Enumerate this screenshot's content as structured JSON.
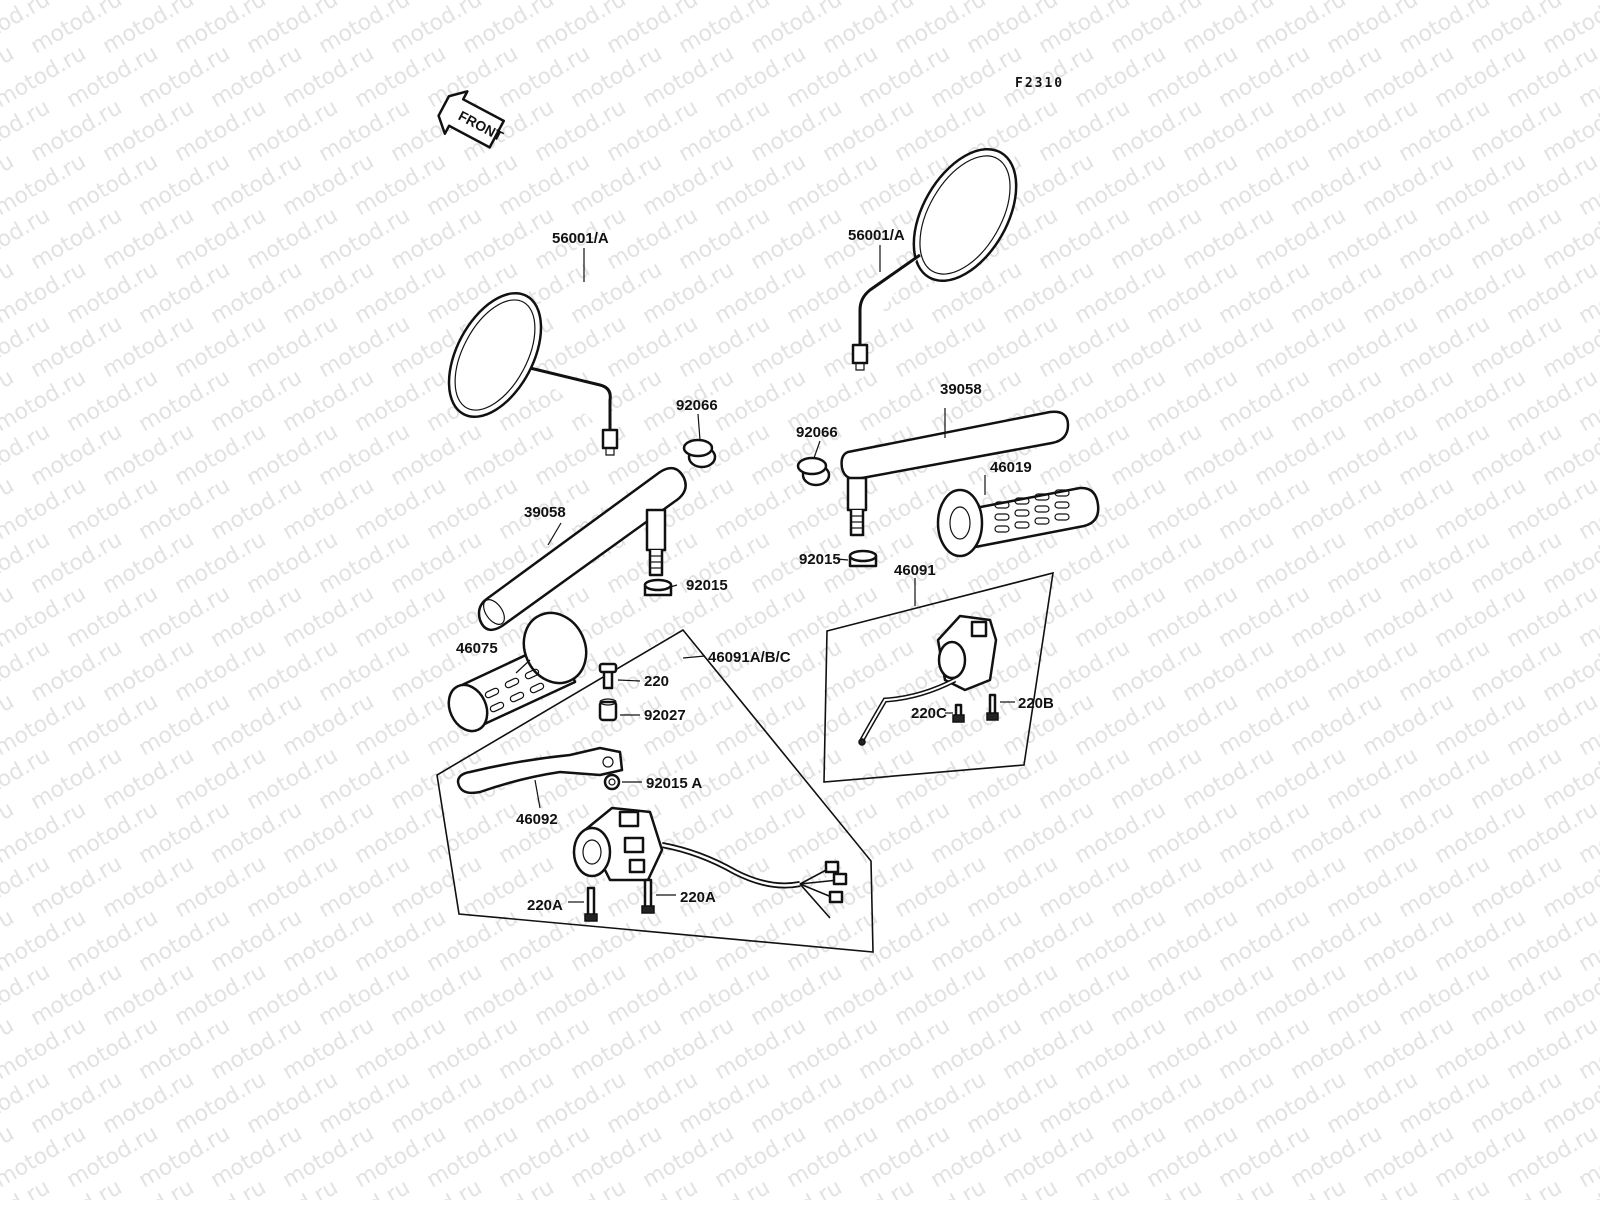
{
  "diagram": {
    "code": "F2310",
    "front_label": "FRONT",
    "watermark": "motod.ru",
    "labels": {
      "mirror_left": "56001/A",
      "mirror_right": "56001/A",
      "plug_left": "92066",
      "plug_right": "92066",
      "bar_left": "39058",
      "bar_right": "39058",
      "grip_right": "46019",
      "nut_left": "92015",
      "nut_right": "92015",
      "switch_right": "46091",
      "switch_left": "46091A/B/C",
      "grip_left": "46075",
      "screw_220": "220",
      "collar": "92027",
      "nut_a": "92015 A",
      "lever": "46092",
      "screw_220a_1": "220A",
      "screw_220a_2": "220A",
      "screw_220c": "220C",
      "screw_220b": "220B"
    }
  }
}
